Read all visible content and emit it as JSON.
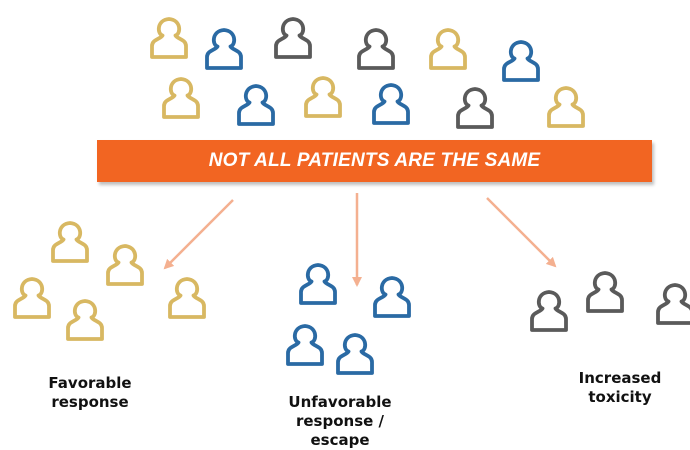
{
  "banner": {
    "text": "NOT ALL PATIENTS ARE THE SAME"
  },
  "groups": {
    "favorable": {
      "label": "Favorable\nresponse"
    },
    "unfavorable": {
      "label": "Unfavorable\nresponse /\nescape"
    },
    "toxicity": {
      "label": "Increased\ntoxicity"
    }
  },
  "colors": {
    "gold": "#d8b862",
    "blue": "#2a6aa4",
    "gray": "#5a5a5a",
    "orange": "#f26522",
    "arrow": "#f4b090"
  },
  "icons": {
    "person": "person-outline-icon"
  }
}
